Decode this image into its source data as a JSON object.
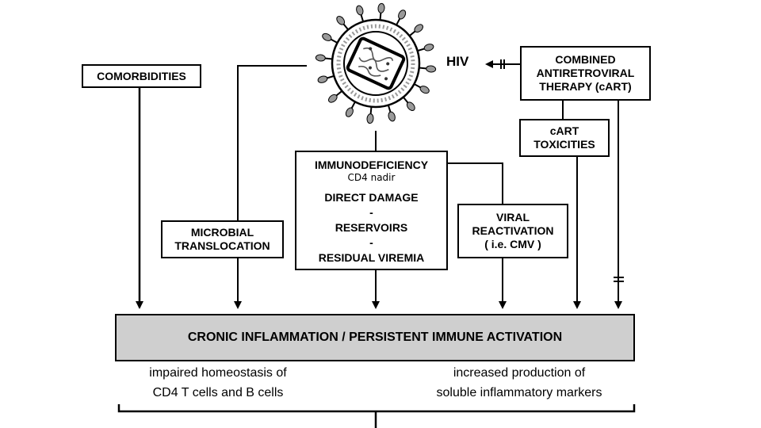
{
  "boxes": {
    "comorbidities": [
      "COMORBIDITIES"
    ],
    "cart": [
      "COMBINED",
      "ANTIRETROVIRAL",
      "THERAPY (cART)"
    ],
    "cart_toxicities": [
      "cART",
      "TOXICITIES"
    ],
    "microbial": [
      "MICROBIAL",
      "TRANSLOCATION"
    ],
    "immunodeficiency": {
      "title": "IMMUNODEFICIENCY",
      "nadir": "CD4 nadir",
      "lines": [
        "DIRECT DAMAGE",
        "-",
        "RESERVOIRS",
        "-",
        "RESIDUAL VIREMIA"
      ]
    },
    "viral": [
      "VIRAL",
      "REACTIVATION",
      "( i.e. CMV )"
    ]
  },
  "hiv_label": "HIV",
  "inflammation": "CRONIC INFLAMMATION / PERSISTENT IMMUNE ACTIVATION",
  "outcomes": {
    "left": [
      "impaired homeostasis of",
      "CD4 T cells and B cells"
    ],
    "right": [
      "increased production of",
      "soluble inflammatory markers"
    ]
  },
  "colors": {
    "inflammation_fill": "#cfcfcf",
    "virus_gray": "#9a9a9a",
    "ink": "#000000"
  }
}
